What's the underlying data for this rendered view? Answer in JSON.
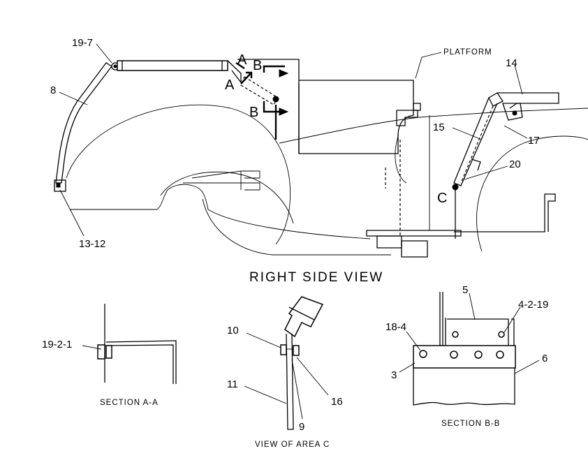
{
  "views": {
    "right_side_title": "RIGHT SIDE VIEW",
    "section_aa_title": "SECTION A-A",
    "area_c_title": "VIEW OF AREA C",
    "section_bb_title": "SECTION B-B"
  },
  "main_labels": {
    "platform": "PLATFORM",
    "c_19_7": "19-7",
    "c_8": "8",
    "c_13_12": "13-12",
    "c_14": "14",
    "c_15": "15",
    "c_17": "17",
    "c_20": "20",
    "letter_a1": "A",
    "letter_a2": "A",
    "letter_b1": "B",
    "letter_b2": "B",
    "letter_c": "C"
  },
  "section_aa": {
    "c_19_2_1": "19-2-1"
  },
  "area_c": {
    "c_10": "10",
    "c_11": "11",
    "c_16": "16",
    "c_9": "9"
  },
  "section_bb": {
    "c_5": "5",
    "c_4_2_19": "4-2-19",
    "c_18_4": "18-4",
    "c_3": "3",
    "c_6": "6"
  }
}
